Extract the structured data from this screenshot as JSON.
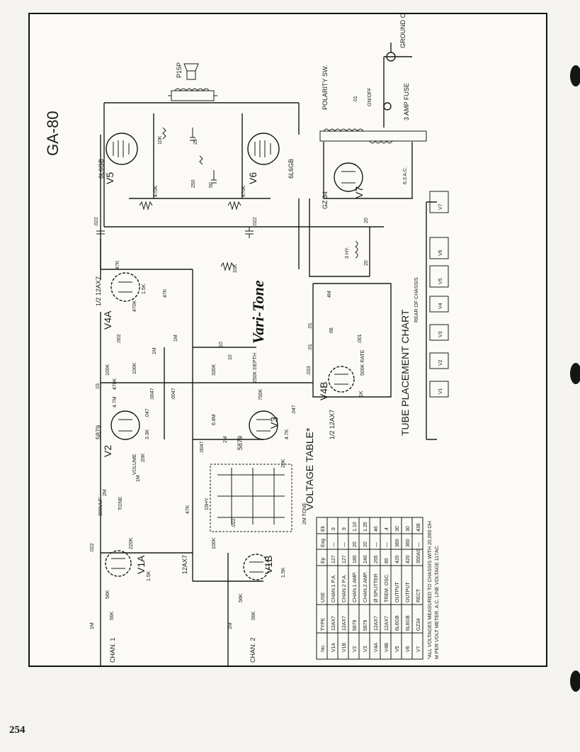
{
  "page_number": "254",
  "title": "GA-80",
  "brand": "Vari-Tone",
  "top_right": {
    "ground_clip": "GROUND CLIP",
    "polarity": "POLARITY SW.",
    "on_off": "ON/OFF",
    "fuse": "3 AMP FUSE",
    "cap_01": ".01",
    "heater": "6.3 A.C."
  },
  "tubes": {
    "v5_name": "V5",
    "v5_type": "6L6GB",
    "v6_name": "V6",
    "v6_type": "6L6GB",
    "v7_name": "V7",
    "v7_type": "GZ 34",
    "v4a_name": "V4A",
    "v4a_type": "1/2 12AX7",
    "v4b_name": "V4B",
    "v4b_type": "1/2 12AX7",
    "v2_name": "V2",
    "v2_type": "5879",
    "v3_name": "V3",
    "v3_type": "5879",
    "v1a_name": "V1A",
    "v1b_name": "V1B",
    "v1_type": "12AX7"
  },
  "components": {
    "speaker": "P15P",
    "r_10k": "10K",
    "c_10": "10",
    "c_25": "25",
    "r_250": "250",
    "c_50": "50",
    "r_470k_a": "470K",
    "r_470k_b": "470K",
    "c_022_a": ".022",
    "c_022_b": ".022",
    "c_022_c": ".022",
    "c_022_d": ".022",
    "r_47k": "47K",
    "r_15k_a": "1.5K",
    "r_47k_b": "47K",
    "r_470k_c": "470K",
    "r_33k": "33K",
    "c_002": ".002",
    "r_100k_a": "100K",
    "r_1m_a": "1M",
    "r_1m_b": "1M",
    "c_0047_a": ".0047",
    "c_0047_b": ".0047",
    "c_0047_c": ".0047",
    "r_100k_b": "100K",
    "r_470k_d": "470K",
    "c_01_a": ".01",
    "r_47m": "4.7M",
    "c_047_a": ".047",
    "r_33k_b": "3.3K",
    "r_68m": "6.8M",
    "r_20k": "20K",
    "r_2m": "2M",
    "depth": "250K DEPTH",
    "r_330k": "330K",
    "c_10b": "10",
    "c_10c": "10",
    "r_750k": "750K",
    "c_047_b": ".047",
    "r_47k_c": "4.7K",
    "c_033": ".033",
    "r_4m": "4M",
    "r_1k": "1K",
    "c_01b": ".01",
    "c_01c": ".01",
    "r_500k": "500K RATE",
    "r_68": "68",
    "c_001": ".001",
    "choke": "3 HY.",
    "c_20a": "20",
    "c_20b": "20",
    "vol_1m": "1M",
    "volume": "VOLUME",
    "c_300": "300UUF",
    "tone": "TONE",
    "r_2m_b": "2M",
    "r_47k_d": "47K",
    "r_220k": "220K",
    "r_15k_b": "1.5K",
    "r_56k_a": "56K",
    "r_56k_b": "56K",
    "r_56k_c": "56K",
    "r_56k_d": "56K",
    "r_1m_c": "1M",
    "r_1m_d": "1M",
    "r_15k_c": "1.5K",
    "r_100k_c": "100K",
    "choke_15": "15HY.",
    "tone_2m": "2M TONE",
    "chan1": "CHAN. 1",
    "chan2": "CHAN. 2"
  },
  "placement": {
    "title": "TUBE PLACEMENT CHART",
    "rear": "REAR OF CHASSIS",
    "slots": [
      "V1",
      "V2",
      "V3",
      "V4",
      "V5",
      "V6",
      "V7"
    ]
  },
  "voltage_table": {
    "title": "VOLTAGE TABLE*",
    "headers": [
      "No.",
      "TYPE",
      "USE",
      "Ep",
      "Esg",
      "Ek"
    ],
    "rows": [
      [
        "V1A",
        "12AX7",
        "CHAN.1 P.A.",
        "127",
        "—",
        ".9"
      ],
      [
        "V1B",
        "12AX7",
        "CHAN.2 P.A.",
        "127",
        "—",
        ".9"
      ],
      [
        "V2",
        "5879",
        "CHAN.1 AMP.",
        "180",
        "20",
        "1.10"
      ],
      [
        "V3",
        "5879",
        "CHAN.2 AMP.",
        "240",
        "20",
        "1.35"
      ],
      [
        "V4A",
        "12AX7",
        "Ø SPLITTER",
        "255",
        "—",
        "46"
      ],
      [
        "V4B",
        "12AX7",
        "TREM. OSC.",
        "85",
        "—",
        ".4"
      ],
      [
        "V5",
        "6L6GB",
        "OUTPUT",
        "420",
        "360",
        "30"
      ],
      [
        "V6",
        "6L6GB",
        "OUTPUT",
        "420",
        "360",
        "30"
      ],
      [
        "V7",
        "GZ34",
        "RECT.",
        "350AC",
        "—",
        "438"
      ]
    ],
    "note": "*ALL VOLTAGES MEASURED TO CHASSIS WITH 20,000 OHM PER VOLT METER. A.C. LINE VOLTAGE 117AC."
  }
}
